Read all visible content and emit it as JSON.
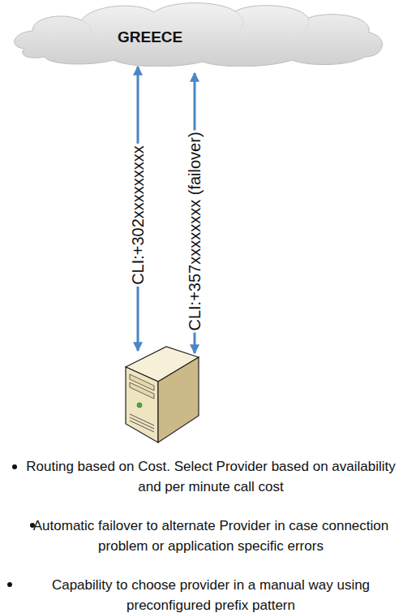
{
  "diagram": {
    "nodes": [
      {
        "text": [
          "GREECE"
        ]
      },
      {
        "text": []
      }
    ],
    "edges": [
      {
        "from": 1,
        "to": 0,
        "arrow": "both",
        "label": "CLI:+302xxxxxxxxx"
      },
      {
        "from": 1,
        "to": 0,
        "arrow": "both",
        "label": "CLI:+357xxxxxxxx (failover)"
      }
    ],
    "labels": [
      "Routing based on Cost. Select Provider based on availability and per minute call cost",
      "Automatic failover to alternate Provider in case connection problem or application specific errors",
      "Capability to choose provider in a manual way using preconfigured prefix pattern"
    ]
  }
}
